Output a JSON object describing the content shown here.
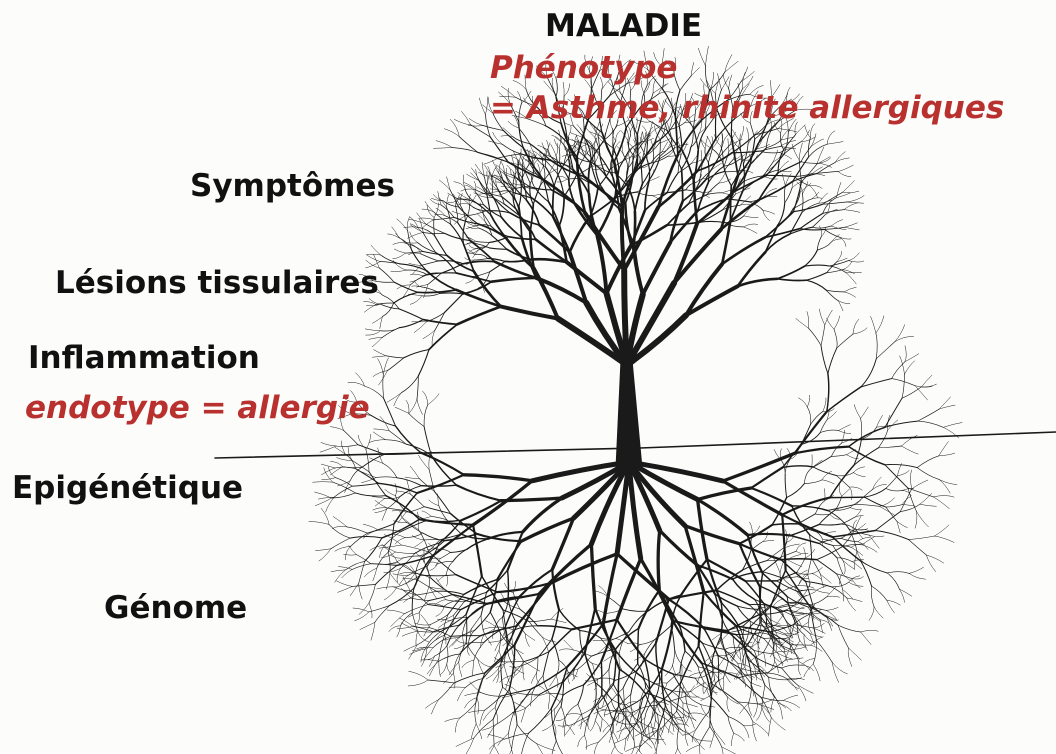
{
  "labels": {
    "maladie": "MALADIE",
    "phenotype": "Phénotype",
    "phenotype_def": "= Asthme, rhinite allergiques",
    "symptomes": "Symptômes",
    "lesions": "Lésions tissulaires",
    "inflammation": "Inflammation",
    "endotype": "endotype = allergie",
    "epigenetique": "Epigénétique",
    "genome": "Génome"
  },
  "colors": {
    "text": "#111111",
    "accent": "#b8312f",
    "ink": "#1a1a1a"
  },
  "illustration": "tree-with-roots"
}
